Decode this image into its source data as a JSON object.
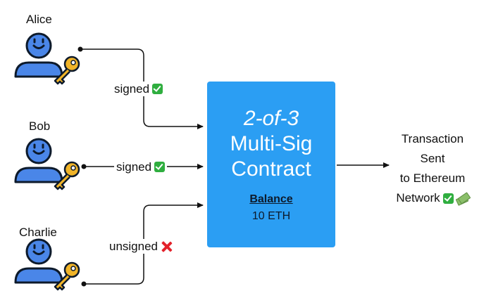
{
  "signers": [
    {
      "name": "Alice",
      "status_text": "signed",
      "status": "approved"
    },
    {
      "name": "Bob",
      "status_text": "signed",
      "status": "approved"
    },
    {
      "name": "Charlie",
      "status_text": "unsigned",
      "status": "rejected"
    }
  ],
  "contract": {
    "line1": "2-of-3",
    "line2": "Multi-Sig",
    "line3": "Contract",
    "balance_label": "Balance",
    "balance_value": "10 ETH"
  },
  "result": {
    "line1": "Transaction",
    "line2": "Sent",
    "line3": "to Ethereum",
    "line4": "Network"
  },
  "icons": {
    "person": "person-icon",
    "key": "key-icon",
    "approved": "check-badge-icon",
    "rejected": "cross-mark-icon",
    "money": "money-wings-icon"
  },
  "colors": {
    "contract_fill": "#2b9ef3",
    "person_fill": "#4a86e8",
    "key_fill": "#f0b429",
    "approved": "#2fae3f",
    "rejected": "#e3222b"
  }
}
